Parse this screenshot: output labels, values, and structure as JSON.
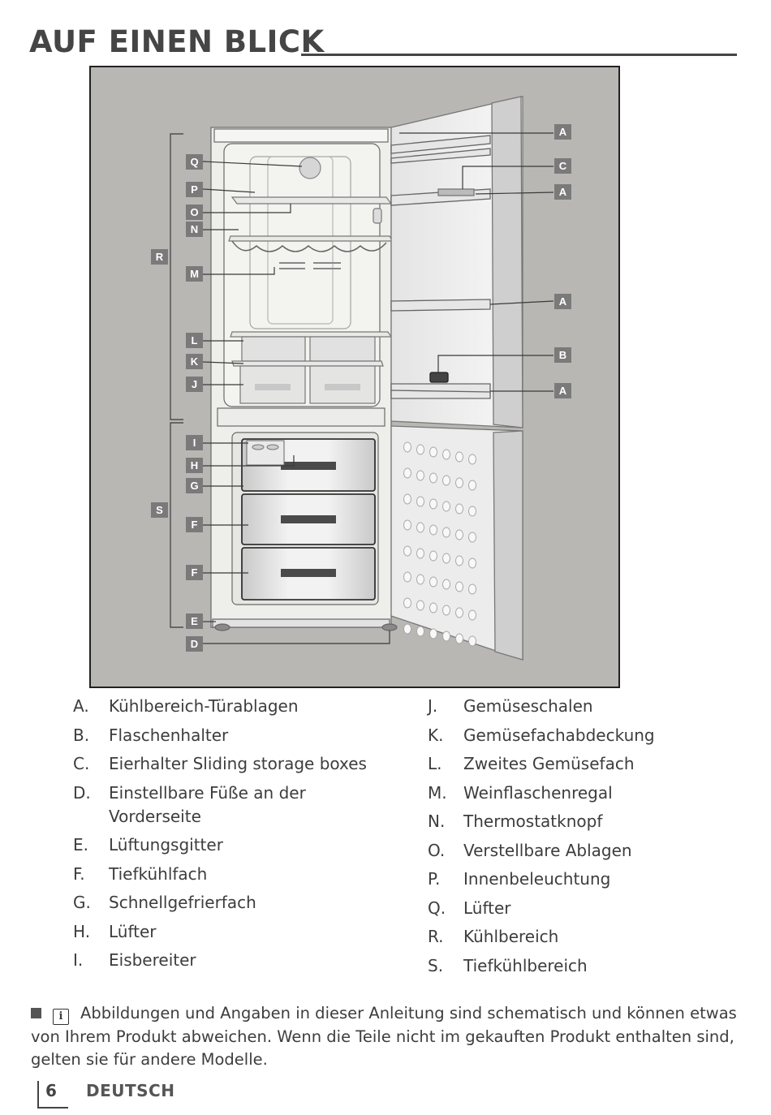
{
  "page": {
    "title": "AUF EINEN BLICK",
    "page_number": "6",
    "language": "DEUTSCH"
  },
  "figure": {
    "labels": {
      "A": "A",
      "B": "B",
      "C": "C",
      "D": "D",
      "E": "E",
      "F": "F",
      "G": "G",
      "H": "H",
      "I": "I",
      "J": "J",
      "K": "K",
      "L": "L",
      "M": "M",
      "N": "N",
      "O": "O",
      "P": "P",
      "Q": "Q",
      "R": "R",
      "S": "S"
    }
  },
  "legend_left": [
    {
      "letter": "A.",
      "text": "Kühlbereich-Türablagen"
    },
    {
      "letter": "B.",
      "text": "Flaschenhalter"
    },
    {
      "letter": "C.",
      "text": "Eierhalter Sliding storage boxes"
    },
    {
      "letter": "D.",
      "text": "Einstellbare Füße an der Vorderseite"
    },
    {
      "letter": "E.",
      "text": "Lüftungsgitter"
    },
    {
      "letter": "F.",
      "text": "Tiefkühlfach"
    },
    {
      "letter": "G.",
      "text": "Schnellgefrierfach"
    },
    {
      "letter": "H.",
      "text": "Lüfter"
    },
    {
      "letter": "I.",
      "text": "Eisbereiter"
    }
  ],
  "legend_right": [
    {
      "letter": "J.",
      "text": "Gemüseschalen"
    },
    {
      "letter": "K.",
      "text": "Gemüsefachabdeckung"
    },
    {
      "letter": "L.",
      "text": "Zweites Gemüsefach"
    },
    {
      "letter": "M.",
      "text": "Weinflaschenregal"
    },
    {
      "letter": "N.",
      "text": "Thermostatknopf"
    },
    {
      "letter": "O.",
      "text": "Verstellbare Ablagen"
    },
    {
      "letter": "P.",
      "text": "Innenbeleuchtung"
    },
    {
      "letter": "Q.",
      "text": "Lüfter"
    },
    {
      "letter": "R.",
      "text": "Kühlbereich"
    },
    {
      "letter": "S.",
      "text": "Tiefkühlbereich"
    }
  ],
  "note": {
    "text": "Abbildungen und Angaben in dieser Anleitung sind schematisch und können etwas von Ihrem Produkt abweichen. Wenn die Teile nicht im gekauften Produkt enthalten sind, gelten sie für andere Modelle."
  },
  "colors": {
    "figure_background": "#b9b7b3",
    "label_box": "#7a7a7a",
    "heading": "#454545"
  }
}
